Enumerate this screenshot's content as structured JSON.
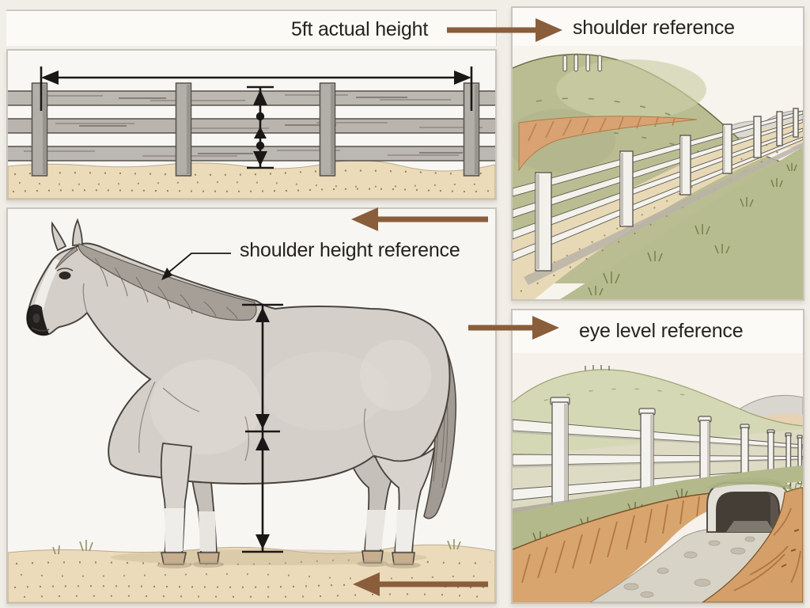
{
  "title": "horse shoulder height vs 5ft fence comparison diagram",
  "labels": {
    "actual_height": "5ft actual height",
    "shoulder_reference": "shoulder reference",
    "shoulder_height_reference": "shoulder height reference",
    "eye_level_reference": "eye level reference"
  },
  "arrows": {
    "to_shoulder_reference": {
      "direction": "right"
    },
    "into_horse_panel": {
      "direction": "left"
    },
    "to_eye_level_reference": {
      "direction": "right"
    },
    "bottom_ground": {
      "direction": "left"
    }
  },
  "colors": {
    "background": "#f1eee8",
    "panel_background": "#f8f7f3",
    "panel_border": "#c9c5be",
    "arrow_brown": "#8a5d3b",
    "dimension_black": "#1a1816",
    "sand": "#ecdbb9",
    "fence_gray": "#b9b5ae",
    "fence_white": "#f4f2ed",
    "grass_green": "#b7bd90",
    "hill_green": "#babd92",
    "dirt_orange": "#d8a26d",
    "horse_gray": "#d4cfc9",
    "culvert_dark": "#443e37"
  }
}
